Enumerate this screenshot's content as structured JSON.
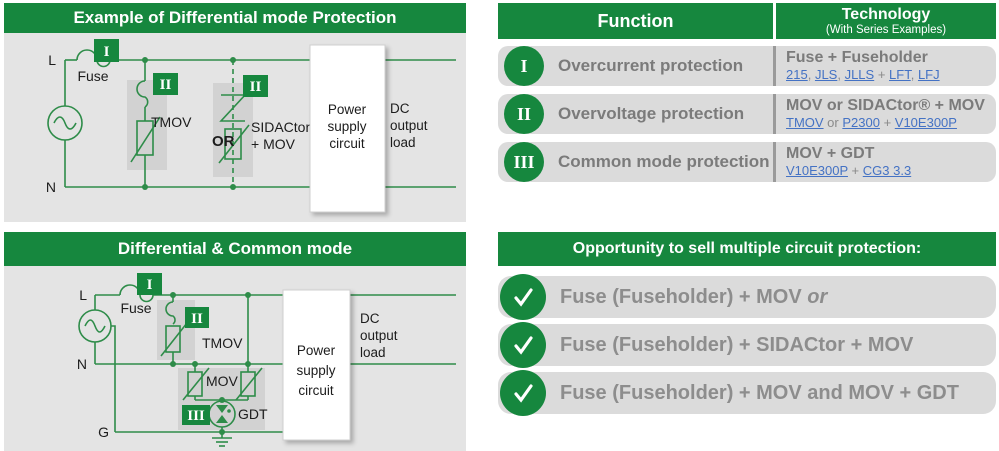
{
  "colors": {
    "brand_green": "#16873E",
    "circuit_line_green": "#2E8C49",
    "panel_gray": "#E4E4E4",
    "component_box_gray": "#D2D2D2",
    "pill_gray": "#DBDBDB",
    "label_gray": "#7B7B7B",
    "link_blue": "#4472C4"
  },
  "left_top": {
    "title": "Example of Differential mode Protection",
    "diagram": {
      "l_label": "L",
      "n_label": "N",
      "fuse_label": "Fuse",
      "badge_overcurrent": "I",
      "badge_overvoltage_1": "II",
      "badge_overvoltage_2": "II",
      "tmov_label": "TMOV",
      "or_label": "OR",
      "sidactor_label_1": "SIDACtor",
      "sidactor_label_2": "+ MOV",
      "power_box": [
        "Power",
        "supply",
        "circuit"
      ],
      "dc_load": [
        "DC",
        "output",
        "load"
      ]
    }
  },
  "left_bottom": {
    "title": "Differential & Common mode",
    "diagram": {
      "l_label": "L",
      "n_label": "N",
      "g_label": "G",
      "fuse_label": "Fuse",
      "badge_overcurrent": "I",
      "badge_overvoltage": "II",
      "badge_common": "III",
      "tmov_label": "TMOV",
      "mov_label": "MOV",
      "gdt_label": "GDT",
      "power_box": [
        "Power",
        "supply",
        "circuit"
      ],
      "dc_load": [
        "DC",
        "output",
        "load"
      ]
    }
  },
  "table": {
    "header": {
      "function": "Function",
      "technology": "Technology",
      "technology_sub": "(With Series Examples)"
    },
    "rows": [
      {
        "numeral": "I",
        "function": "Overcurrent protection",
        "tech_title": "Fuse + Fuseholder",
        "series": [
          {
            "text": "215",
            "link": true
          },
          {
            "text": ", ",
            "link": false
          },
          {
            "text": "JLS",
            "link": true
          },
          {
            "text": ", ",
            "link": false
          },
          {
            "text": "JLLS",
            "link": true
          },
          {
            "text": " + ",
            "link": false
          },
          {
            "text": "LFT",
            "link": true
          },
          {
            "text": ", ",
            "link": false
          },
          {
            "text": "LFJ",
            "link": true
          }
        ]
      },
      {
        "numeral": "II",
        "function": "Overvoltage protection",
        "tech_title": "MOV or SIDACtor® + MOV",
        "series": [
          {
            "text": "TMOV",
            "link": true
          },
          {
            "text": " or ",
            "link": false
          },
          {
            "text": "P2300",
            "link": true
          },
          {
            "text": " + ",
            "link": false
          },
          {
            "text": "V10E300P",
            "link": true
          }
        ]
      },
      {
        "numeral": "III",
        "function": "Common mode protection",
        "tech_title": "MOV + GDT",
        "series": [
          {
            "text": "V10E300P",
            "link": true
          },
          {
            "text": " + ",
            "link": false
          },
          {
            "text": "CG3 3.3",
            "link": true
          }
        ]
      }
    ]
  },
  "opportunity": {
    "title": "Opportunity to sell multiple circuit protection:",
    "items": [
      {
        "text": "Fuse (Fuseholder) + MOV ",
        "italic": "or"
      },
      {
        "text": "Fuse (Fuseholder) + SIDACtor + MOV",
        "italic": ""
      },
      {
        "text": "Fuse (Fuseholder) + MOV and MOV + GDT",
        "italic": ""
      }
    ]
  }
}
